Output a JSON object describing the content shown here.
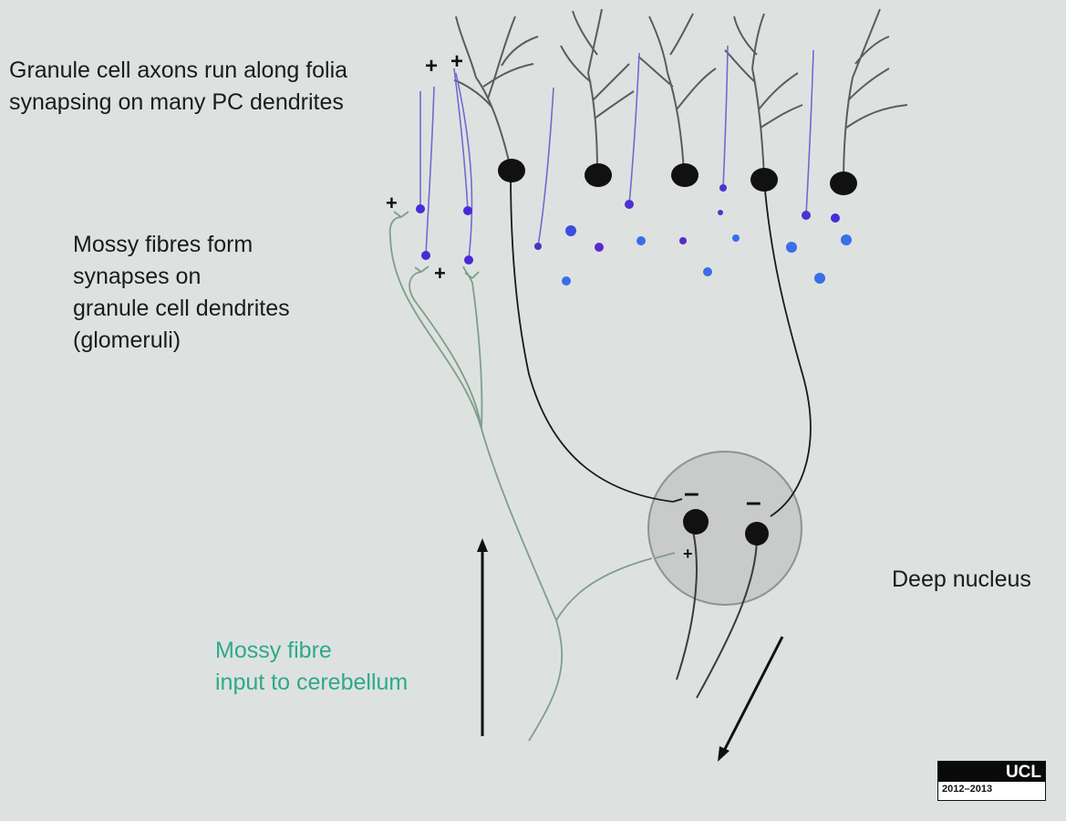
{
  "labels": {
    "granule_line1": "Granule cell axons run along folia",
    "granule_line2": "synapsing on many PC dendrites",
    "mossy_line1": "Mossy fibres form",
    "mossy_line2": "synapses on",
    "mossy_line3": "granule cell dendrites",
    "mossy_line4": "(glomeruli)",
    "deep_nucleus": "Deep nucleus",
    "input_line1": "Mossy fibre",
    "input_line2": "input to cerebellum"
  },
  "signs": {
    "plus": "+",
    "minus": "–"
  },
  "logo": {
    "name": "UCL",
    "years": "2012–2013"
  },
  "colors": {
    "background": "#dde2e0",
    "mossy_fibre": "#7f9e89",
    "granule_axon": "#6f6ad1",
    "granule_dot": "#4a2ad8",
    "granule_dot_light": "#3a6ee8",
    "purkinje": "#111111",
    "nucleus_fill": "#c8cbc9",
    "input_text": "#2fa98a"
  },
  "icons": {
    "up_arrow": "arrow-up-icon",
    "down_arrow": "arrow-down-left-icon"
  }
}
